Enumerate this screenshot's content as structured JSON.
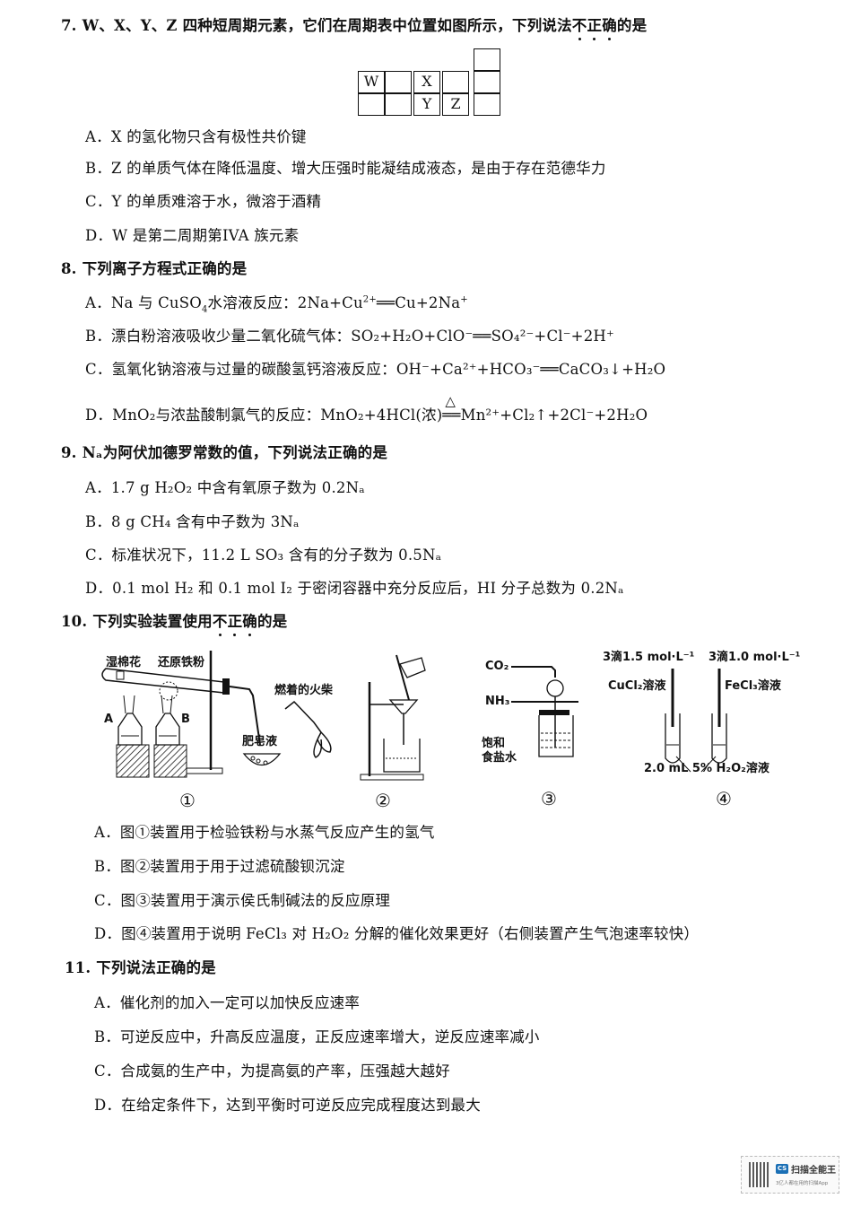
{
  "q7": {
    "number": "7.",
    "stem_pre": "W、X、Y、Z 四种短周期元素，它们在周期表中位置如图所示，下列说法",
    "stem_emph": [
      "不",
      "正",
      "确"
    ],
    "stem_post": "的是",
    "table": {
      "top_right": "",
      "row1": [
        "W",
        "",
        "X",
        "",
        ""
      ],
      "row2": [
        "",
        "",
        "Y",
        "Z",
        ""
      ]
    },
    "options": [
      {
        "label": "A．",
        "text": "X 的氢化物只含有极性共价键"
      },
      {
        "label": "B．",
        "text": "Z 的单质气体在降低温度、增大压强时能凝结成液态，是由于存在范德华力"
      },
      {
        "label": "C．",
        "text": "Y 的单质难溶于水，微溶于酒精"
      },
      {
        "label": "D．",
        "text": "W 是第二周期第IVA 族元素"
      }
    ]
  },
  "q8": {
    "number": "8.",
    "stem": "下列离子方程式正确的是",
    "options": [
      {
        "label": "A．",
        "prefix": "Na 与 CuSO",
        "sub1": "4",
        "mid": "水溶液反应：2Na+Cu",
        "sup1": "2+",
        "eq": "══",
        "post": "Cu+2Na",
        "sup2": "+"
      },
      {
        "label": "B．",
        "text": "漂白粉溶液吸收少量二氧化硫气体：SO₂+H₂O+ClO⁻══SO₄²⁻+Cl⁻+2H⁺"
      },
      {
        "label": "C．",
        "text": "氢氧化钠溶液与过量的碳酸氢钙溶液反应：OH⁻+Ca²⁺+HCO₃⁻══CaCO₃↓+H₂O"
      },
      {
        "label": "D．",
        "text_pre": "MnO₂与浓盐酸制氯气的反应：MnO₂+4HCl(浓)",
        "condition": "△",
        "eq": "══",
        "text_post": "Mn²⁺+Cl₂↑+2Cl⁻+2H₂O"
      }
    ]
  },
  "q9": {
    "number": "9.",
    "stem": "Nₐ为阿伏加德罗常数的值，下列说法正确的是",
    "options": [
      {
        "label": "A．",
        "text": "1.7 g H₂O₂ 中含有氧原子数为 0.2Nₐ"
      },
      {
        "label": "B．",
        "text": "8 g CH₄ 含有中子数为 3Nₐ"
      },
      {
        "label": "C．",
        "text": "标准状况下，11.2 L SO₃ 含有的分子数为 0.5Nₐ"
      },
      {
        "label": "D．",
        "text": "0.1 mol H₂ 和 0.1 mol I₂ 于密闭容器中充分反应后，HI 分子总数为 0.2Nₐ"
      }
    ]
  },
  "q10": {
    "number": "10.",
    "stem_pre": "下列实验装置使用",
    "stem_emph": [
      "不",
      "正",
      "确"
    ],
    "stem_post": "的是",
    "figures": {
      "fig1": {
        "labels": [
          "湿棉花",
          "还原铁粉",
          "A",
          "B",
          "肥皂液",
          "燃着的火柴"
        ],
        "number": "①"
      },
      "fig2": {
        "number": "②"
      },
      "fig3": {
        "labels": [
          "CO₂",
          "NH₃",
          "饱和",
          "食盐水"
        ],
        "number": "③"
      },
      "fig4": {
        "labels": [
          "3滴1.5 mol·L⁻¹",
          "CuCl₂溶液",
          "3滴1.0 mol·L⁻¹",
          "FeCl₃溶液",
          "2.0 mL 5% H₂O₂溶液"
        ],
        "number": "④"
      }
    },
    "options": [
      {
        "label": "A．",
        "text": "图①装置用于检验铁粉与水蒸气反应产生的氢气"
      },
      {
        "label": "B．",
        "text": "图②装置用于用于过滤硫酸钡沉淀"
      },
      {
        "label": "C．",
        "text": "图③装置用于演示侯氏制碱法的反应原理"
      },
      {
        "label": "D．",
        "text": "图④装置用于说明 FeCl₃ 对 H₂O₂ 分解的催化效果更好（右侧装置产生气泡速率较快）"
      }
    ]
  },
  "q11": {
    "number": "11.",
    "stem": "下列说法正确的是",
    "options": [
      {
        "label": "A．",
        "text": "催化剂的加入一定可以加快反应速率"
      },
      {
        "label": "B．",
        "text": "可逆反应中，升高反应温度，正反应速率增大，逆反应速率减小"
      },
      {
        "label": "C．",
        "text": "合成氨的生产中，为提高氨的产率，压强越大越好"
      },
      {
        "label": "D．",
        "text": "在给定条件下，达到平衡时可逆反应完成程度达到最大"
      }
    ]
  },
  "watermark": {
    "logo": "CS",
    "title": "扫描全能王",
    "subtitle": "3亿人都在用的扫描App"
  }
}
